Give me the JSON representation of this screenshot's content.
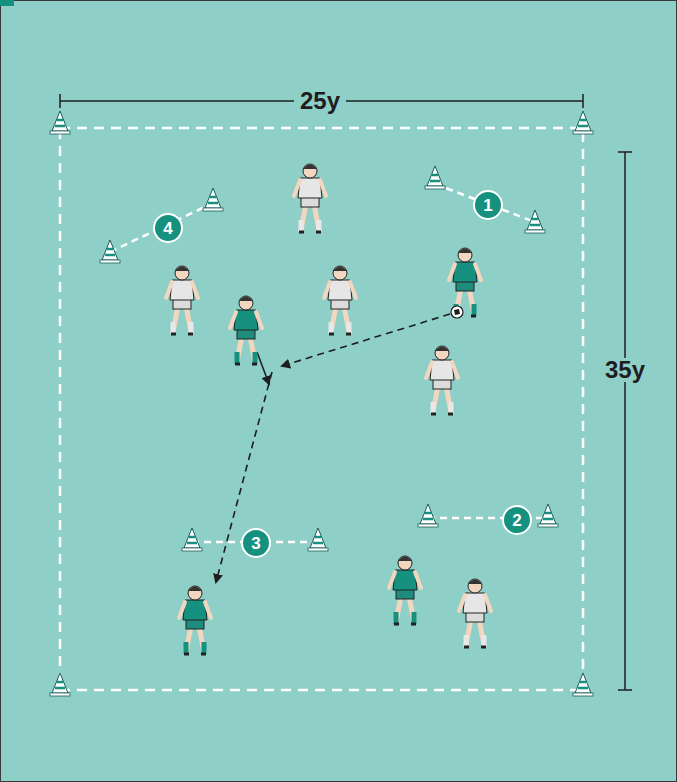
{
  "diagram": {
    "nodes": [
      {
        "text": [
          "1"
        ]
      },
      {
        "text": [
          "2"
        ]
      },
      {
        "text": [
          "3"
        ]
      },
      {
        "text": [
          "4"
        ]
      }
    ],
    "labels": [
      "25y",
      "35y"
    ]
  }
}
